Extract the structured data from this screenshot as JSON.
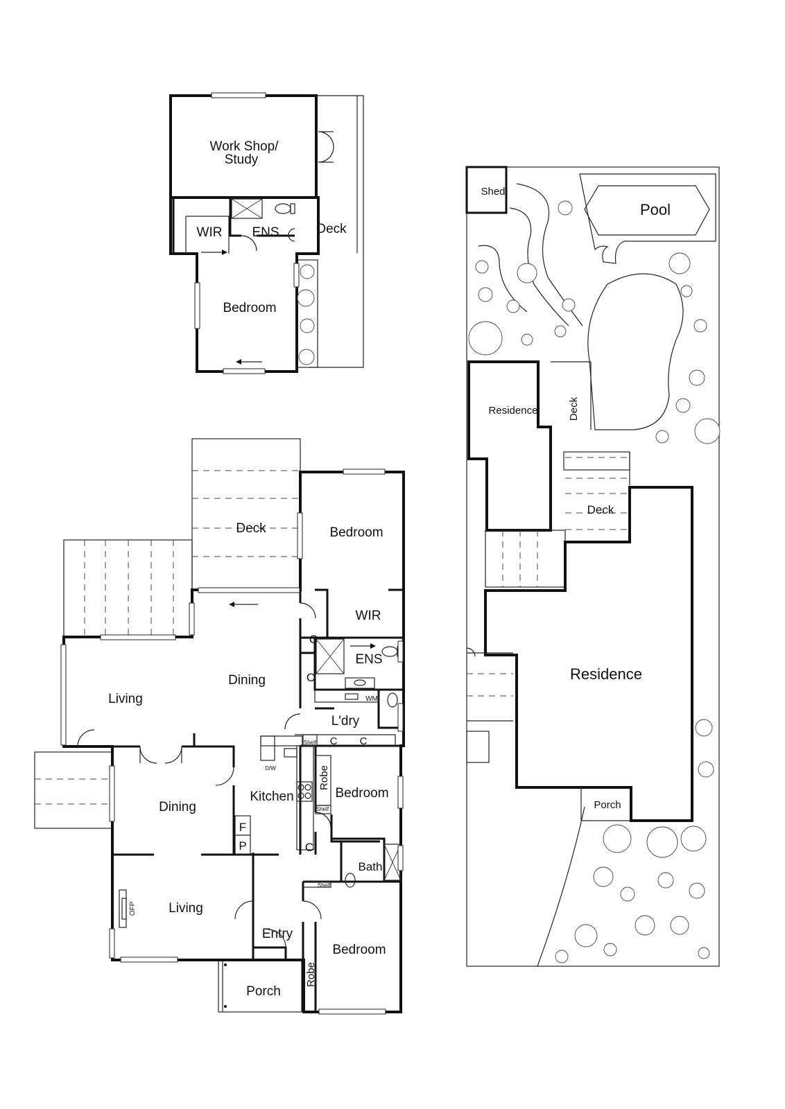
{
  "plans": {
    "studio": {
      "workshop_line1": "Work Shop/",
      "workshop_line2": "Study",
      "wir": "WIR",
      "ens": "ENS",
      "deck": "Deck",
      "bedroom": "Bedroom"
    },
    "house": {
      "deck": "Deck",
      "bedroom_rear": "Bedroom",
      "wir": "WIR",
      "ens": "ENS",
      "c_upper": "C",
      "c_mid": "C",
      "c_shelf_1": "C",
      "c_shelf_2": "C",
      "c_lower": "C",
      "wm": "WM",
      "laundry": "L'dry",
      "shelf_laundry": "Shelf",
      "dw": "D/W",
      "living_rear": "Living",
      "dining_rear": "Dining",
      "dining_front": "Dining",
      "kitchen": "Kitchen",
      "fridge": "F",
      "pantry": "P",
      "robe_mid": "Robe",
      "shelf_robe": "Shelf",
      "bedroom_mid": "Bedroom",
      "bath": "Bath",
      "shelf_bath": "Shelf",
      "living_front": "Living",
      "ofp": "OFP",
      "entry": "Entry",
      "bedroom_front": "Bedroom",
      "robe_front": "Robe",
      "porch": "Porch"
    },
    "site": {
      "shed": "Shed",
      "pool": "Pool",
      "residence_small": "Residence",
      "deck_vertical": "Deck",
      "deck": "Deck",
      "residence": "Residence",
      "porch": "Porch"
    }
  }
}
